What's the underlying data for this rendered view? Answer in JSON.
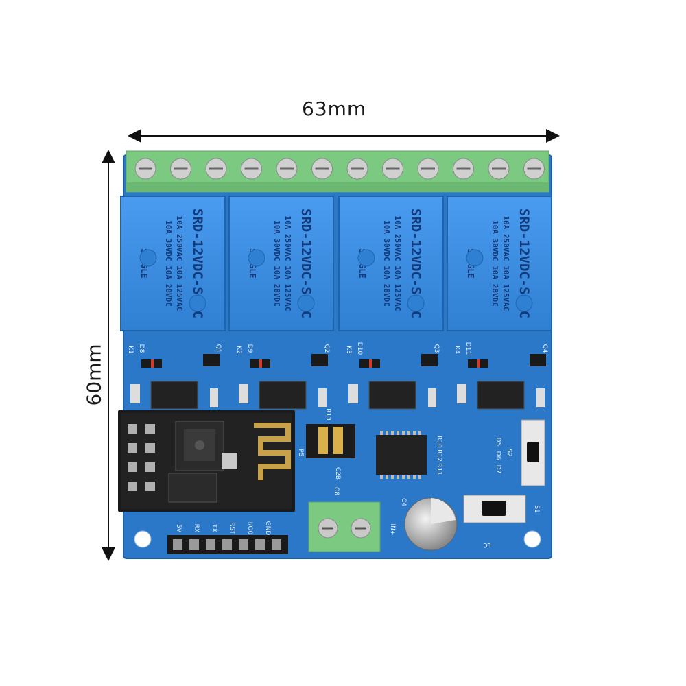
{
  "dimensions": {
    "width": "63mm",
    "height": "60mm"
  },
  "relays": [
    {
      "model": "SRD-12VDC-SL-C",
      "rating1": "10A 250VAC 10A 125VAC",
      "rating2": "10A 30VDC 10A 28VDC",
      "brand": "SONGLE"
    },
    {
      "model": "SRD-12VDC-SL-C",
      "rating1": "10A 250VAC 10A 125VAC",
      "rating2": "10A 30VDC 10A 28VDC",
      "brand": "SONGLE"
    },
    {
      "model": "SRD-12VDC-SL-C",
      "rating1": "10A 250VAC 10A 125VAC",
      "rating2": "10A 30VDC 10A 28VDC",
      "brand": "SONGLE"
    },
    {
      "model": "SRD-12VDC-SL-C",
      "rating1": "10A 250VAC 10A 125VAC",
      "rating2": "10A 30VDC 10A 28VDC",
      "brand": "SONGLE"
    }
  ],
  "silkscreen": {
    "relay_refs": [
      "K1",
      "K2",
      "K3",
      "K4"
    ],
    "diode_refs": [
      "D8",
      "D9",
      "D10",
      "D11"
    ],
    "transistor_refs": [
      "Q1",
      "Q2",
      "Q3",
      "Q4"
    ],
    "pins": [
      "5V",
      "RX",
      "TX",
      "RST",
      "I/O0",
      "GND",
      "IN+"
    ],
    "power_label": "IN+",
    "cap_label": "C4",
    "switch_labels": [
      "S2",
      "S1"
    ],
    "resistor_labels": [
      "R10",
      "R12",
      "R11"
    ],
    "led_labels": [
      "D5",
      "D6",
      "D7"
    ],
    "misc": [
      "P5",
      "C2B",
      "C8",
      "R13",
      "LC"
    ]
  },
  "colors": {
    "pcb": "#2a78c7",
    "relay": "#3b8fe0",
    "terminal": "#7cc982",
    "background": "#ffffff"
  }
}
